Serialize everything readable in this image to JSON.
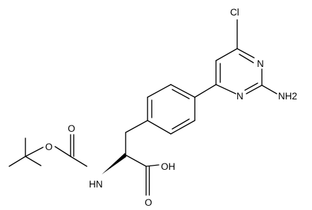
{
  "molecule": {
    "atom_labels": {
      "cl": "Cl",
      "n_ring_upper": "N",
      "n_ring_lower": "N",
      "nh2": "NH2",
      "oh": "OH",
      "o_carbonyl_acid": "O",
      "o_carbonyl_boc": "O",
      "o_ester": "O",
      "nh_amide": "HN"
    },
    "stereo": "wedge",
    "colors": {
      "bond": "#000000",
      "label": "#000000",
      "background": "#ffffff"
    }
  }
}
